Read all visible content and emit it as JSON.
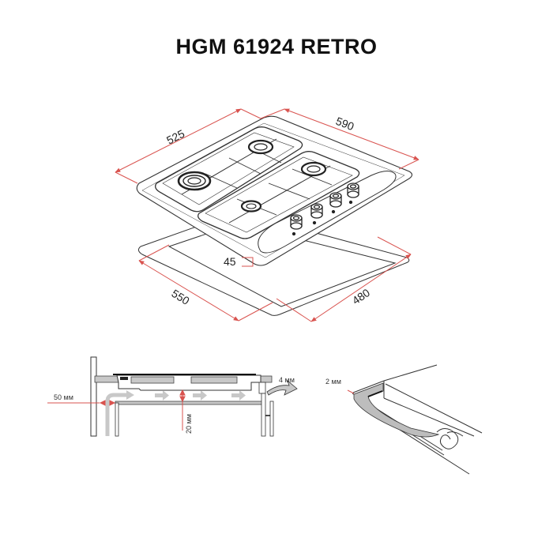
{
  "title": "HGM 61924 RETRO",
  "colors": {
    "dimension_line": "#d9534f",
    "outline": "#333333",
    "panel_fill": "#c8c8c8",
    "arrow_fill": "#bdbdbd"
  },
  "hob_view": {
    "dimensions": {
      "depth": "525",
      "width": "590",
      "cutout_width": "550",
      "cutout_depth": "480",
      "cutout_offset": "45"
    },
    "burners": [
      "rear-center burner",
      "right burner",
      "wok burner (left)",
      "front burner"
    ],
    "knob_count": 4
  },
  "installation_section": {
    "labels": {
      "side_clearance": "50 мм",
      "air_gap": "20 мм",
      "rear_gap": "4 мм"
    },
    "airflow_arrows": 5
  },
  "seal_detail": {
    "labels": {
      "seal_thickness": "2 мм"
    }
  }
}
